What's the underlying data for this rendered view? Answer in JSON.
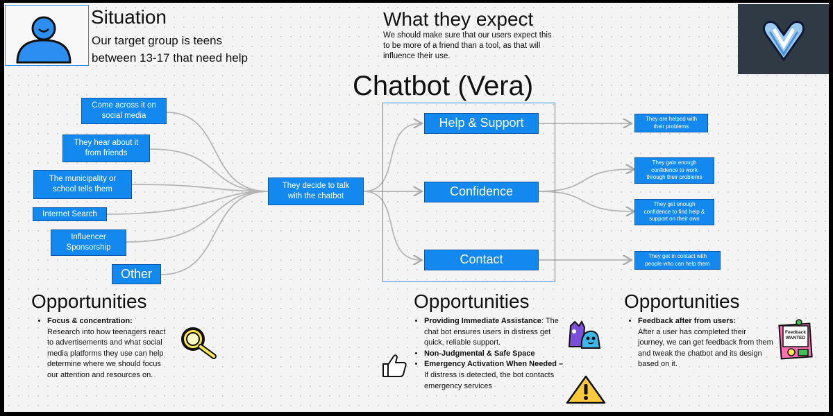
{
  "situation": {
    "title": "Situation",
    "text_line1": "Our target group is teens",
    "text_line2": "between 13-17 that need help"
  },
  "expect": {
    "title": "What they expect",
    "text_line1": "We should make sure that our users expect this",
    "text_line2": "to be more of a friend than a tool, as that will",
    "text_line3": "influence their use."
  },
  "main_title": "Chatbot (Vera)",
  "sources": {
    "social_line1": "Come across it on",
    "social_line2": "social media",
    "friends_line1": "They hear about it",
    "friends_line2": "from friends",
    "municipality_line1": "The municipality or",
    "municipality_line2": "school tells them",
    "internet": "Internet Search",
    "influencer_line1": "Influencer",
    "influencer_line2": "Sponsorship",
    "other": "Other"
  },
  "decide_line1": "They decide to talk",
  "decide_line2": "with the chatbot",
  "features": {
    "help": "Help & Support",
    "confidence": "Confidence",
    "contact": "Contact"
  },
  "outcomes": {
    "helped_line1": "They are helped with",
    "helped_line2": "their problems",
    "gain_line1": "They gain enough",
    "gain_line2": "confidence to work",
    "gain_line3": "through their problems",
    "get_line1": "They get enough",
    "get_line2": "confidence to find help &",
    "get_line3": "support on their own",
    "contact_line1": "They get in contact with",
    "contact_line2": "people who can help them"
  },
  "opportunities": {
    "title": "Opportunities",
    "col1": {
      "item1_bold": "Focus & concentration:",
      "item1_text": "Research into how teenagers react to advertisements and what social media platforms they use can help determine where we should focus our attention and resources on."
    },
    "col2": {
      "item1_bold": "Providing Immediate Assistance",
      "item1_text": ": The chat bot ensures users in distress get quick, reliable support.",
      "item2_bold": "Non-Judgmental & Safe Space",
      "item3_bold": "Emergency Activation When Needed –",
      "item3_text": " If distress is detected, the bot contacts emergency services"
    },
    "col3": {
      "item1_bold": "Feedback after from users:",
      "item1_text": "After a user has completed their journey, we can get feedback from them and tweak the chatbot and its design based on it."
    }
  },
  "stickers": {
    "feedback_line1": "Feedback",
    "feedback_line2": "WANTED"
  },
  "icons": {
    "avatar": "person-icon",
    "magnifier": "magnifying-glass-icon",
    "thumbs": "thumbs-up-icon",
    "warning": "warning-icon",
    "logo": "heart-logo-icon",
    "monsters": "monster-sticker-icon",
    "feedback": "feedback-sticker-icon"
  },
  "colors": {
    "box_blue": "#1389f0",
    "frame_blue": "#2b8ef0",
    "connector": "#b5b5b5",
    "logo_bg": "#2f3a44"
  }
}
